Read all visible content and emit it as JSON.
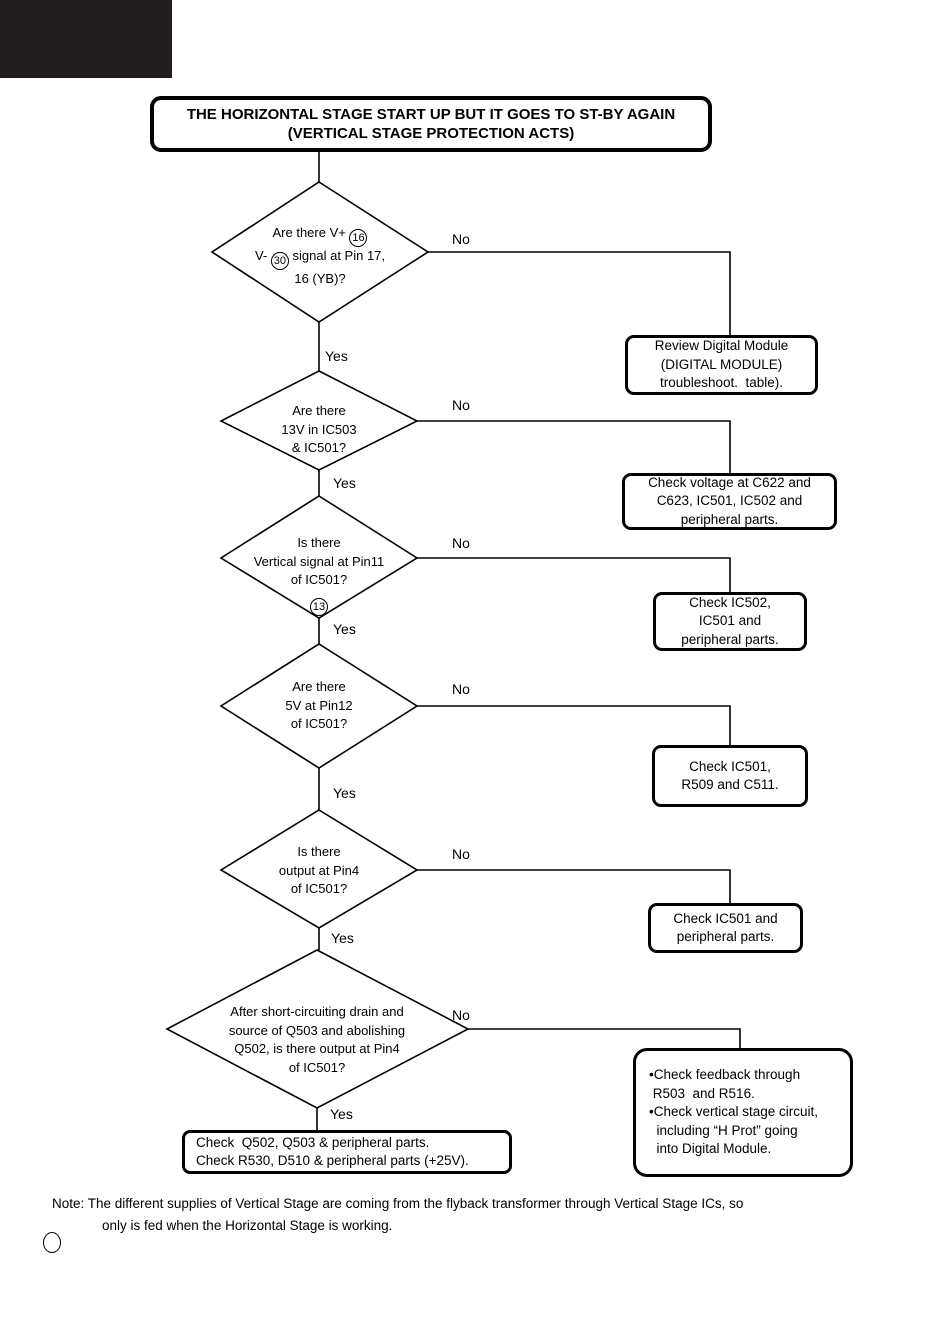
{
  "colors": {
    "ink": "#000000",
    "paper": "#ffffff",
    "corner_block": "#221e1f"
  },
  "title": {
    "line1": "THE HORIZONTAL STAGE START UP BUT IT GOES TO ST-BY AGAIN",
    "line2": "(VERTICAL STAGE PROTECTION ACTS)"
  },
  "labels": {
    "yes": "Yes",
    "no": "No"
  },
  "decisions": {
    "q1": {
      "l1_text": "Are there V+",
      "l1_circle": "16",
      "l2_pre": "V-",
      "l2_circle": "30",
      "l2_post": "signal at Pin 17,",
      "l3": "16 (YB)?"
    },
    "q2": {
      "lines": [
        "Are there",
        "13V in IC503",
        "& IC501?"
      ]
    },
    "q3": {
      "lines": [
        "Is there",
        "Vertical signal at Pin11",
        "of IC501?"
      ],
      "circle": "13"
    },
    "q4": {
      "lines": [
        "Are there",
        "5V at Pin12",
        "of IC501?"
      ]
    },
    "q5": {
      "lines": [
        "Is there",
        "output at Pin4",
        "of IC501?"
      ]
    },
    "q6": {
      "lines": [
        "After short-circuiting drain and",
        "source of Q503 and abolishing",
        "Q502, is there output at Pin4",
        "of IC501?"
      ]
    }
  },
  "actions": {
    "b1": {
      "lines": [
        "Review Digital Module",
        "(DIGITAL MODULE)",
        "troubleshoot.  table)."
      ]
    },
    "b2": {
      "lines": [
        "Check voltage at C622 and",
        "C623, IC501, IC502 and",
        "peripheral parts."
      ]
    },
    "b3": {
      "lines": [
        "Check IC502,",
        "IC501 and",
        "peripheral parts."
      ]
    },
    "b4": {
      "lines": [
        "Check IC501,",
        "R509 and C511."
      ]
    },
    "b5": {
      "lines": [
        "Check IC501 and",
        "peripheral parts."
      ]
    },
    "b6": {
      "lines": [
        "•Check feedback through",
        " R503  and R516.",
        "•Check vertical stage circuit,",
        "  including “H Prot” going",
        "  into Digital Module."
      ]
    },
    "b7": {
      "lines": [
        "Check  Q502, Q503 & peripheral parts.",
        "Check R530, D510 & peripheral parts (+25V)."
      ]
    }
  },
  "note": {
    "line1": "Note: The different supplies of Vertical Stage are coming from the flyback transformer through Vertical Stage ICs, so",
    "line2": "only is fed when the Horizontal Stage is working."
  }
}
